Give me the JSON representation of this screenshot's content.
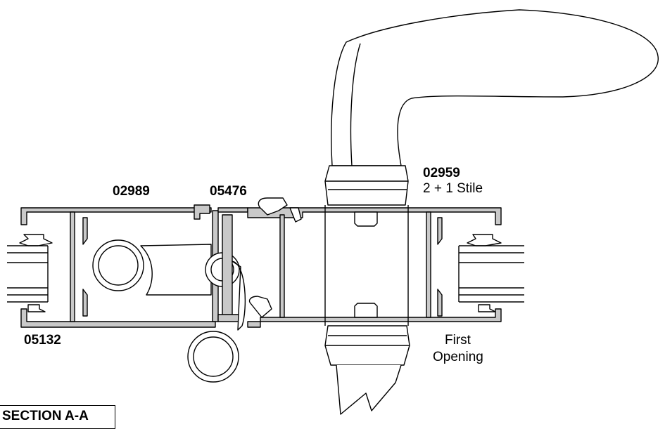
{
  "labels": {
    "part_02989": "02989",
    "part_05476": "05476",
    "part_02959": "02959",
    "stile_desc": "2 + 1 Stile",
    "part_05132": "05132",
    "first": "First",
    "opening": "Opening"
  },
  "section_title": "SECTION A-A",
  "colors": {
    "profile_fill": "#c9c9c9",
    "stroke": "#000000",
    "background": "#ffffff"
  }
}
